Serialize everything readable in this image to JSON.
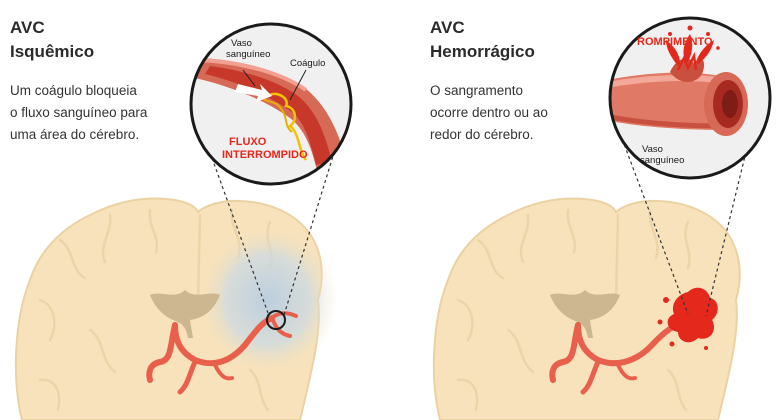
{
  "colors": {
    "brain": "#f7e2bb",
    "brain_outline": "#ecd3a4",
    "ventricle": "#cdb791",
    "artery": "#e8604c",
    "artery_light": "#f3927f",
    "blood_red": "#e5281c",
    "inset_bg": "#f0f0f0",
    "ischemia_shade": "#bcd0e0"
  },
  "ischemic": {
    "title_line1": "AVC",
    "title_line2": "Isquêmico",
    "desc_lines": [
      "Um coágulo bloqueia",
      "o fluxo sanguíneo para",
      "uma área do cérebro."
    ],
    "inset": {
      "label_vessel_line1": "Vaso",
      "label_vessel_line2": "sanguíneo",
      "label_clot": "Coágulo",
      "label_flow_line1": "FLUXO",
      "label_flow_line2": "INTERROMPIDO"
    }
  },
  "hemorrhagic": {
    "title_line1": "AVC",
    "title_line2": "Hemorrágico",
    "desc_lines": [
      "O sangramento",
      "ocorre dentro ou ao",
      "redor do cérebro."
    ],
    "inset": {
      "label_rupture": "ROMPIMENTO",
      "label_vessel_line1": "Vaso",
      "label_vessel_line2": "sanguíneo"
    }
  }
}
